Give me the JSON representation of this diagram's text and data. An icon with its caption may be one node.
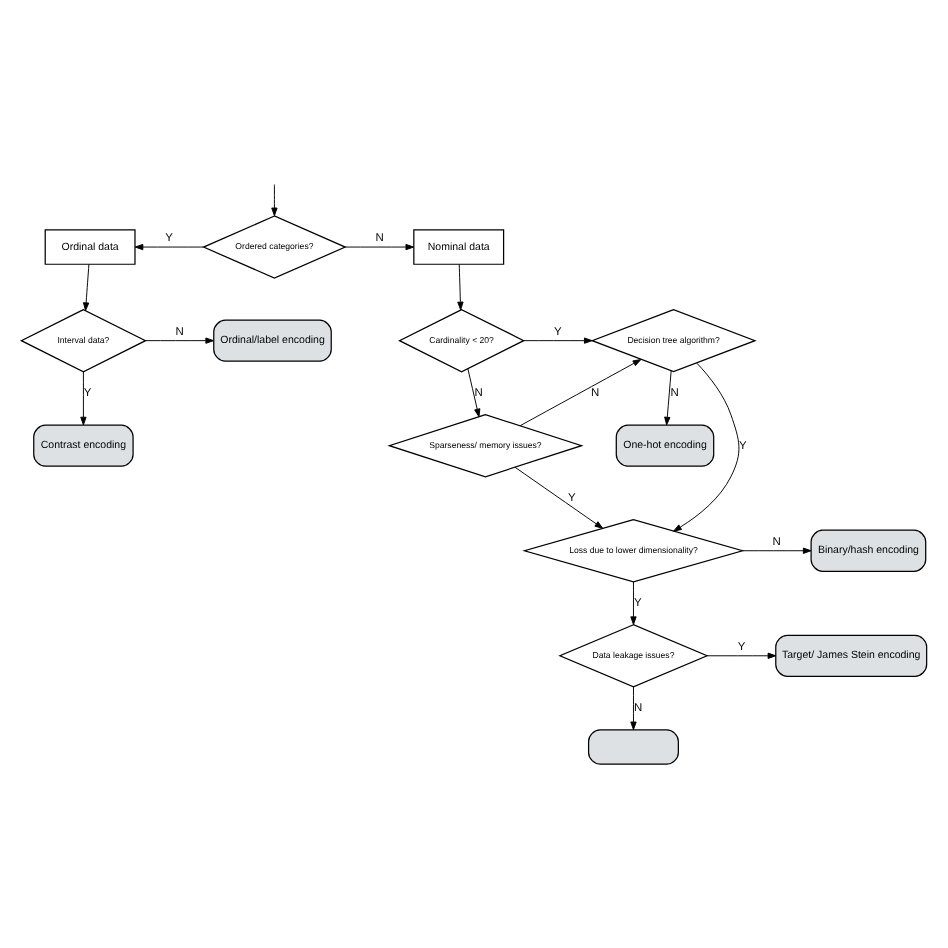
{
  "diagram": {
    "nodes": [
      {
        "text": [
          "Ordinal data"
        ]
      },
      {
        "text": [
          "Ordered categories?"
        ]
      },
      {
        "text": [
          "Nominal data"
        ]
      },
      {
        "text": [
          "One-hot encoding"
        ]
      },
      {
        "text": [
          "Interval data?"
        ]
      },
      {
        "text": [
          "Ordinal/label encoding"
        ]
      },
      {
        "text": [
          "Cardinality < 20?"
        ]
      },
      {
        "text": [
          "Decision tree algorithm?"
        ]
      },
      {
        "text": [
          "Contrast encoding"
        ]
      },
      {
        "text": [
          "Sparseness/ memory issues?"
        ]
      },
      {
        "text": [
          "Loss due to lower dimensionality?"
        ]
      },
      {
        "text": [
          "Binary/hash encoding"
        ]
      },
      {
        "text": [
          "Data leakage issues?"
        ]
      },
      {
        "text": [
          "Target/ James Stein encoding"
        ]
      },
      {
        "text": [],
        "shape": "box"
      }
    ],
    "edges": [
      {
        "from": null,
        "to": 1,
        "arrow": "to"
      },
      {
        "from": 1,
        "to": 0,
        "arrow": "to",
        "label": "Y"
      },
      {
        "from": 1,
        "to": 2,
        "arrow": "to",
        "label": "N"
      },
      {
        "from": 0,
        "to": 4,
        "arrow": "to"
      },
      {
        "from": 4,
        "to": 5,
        "arrow": "to",
        "label": "N"
      },
      {
        "from": 4,
        "to": 8,
        "arrow": "to",
        "label": "Y"
      },
      {
        "from": 2,
        "to": 6,
        "arrow": "to"
      },
      {
        "from": 6,
        "to": 7,
        "arrow": "to",
        "label": "Y"
      },
      {
        "from": 7,
        "to": 3,
        "arrow": "to",
        "label": "N"
      },
      {
        "from": 6,
        "to": 9,
        "arrow": "to",
        "label": "N"
      },
      {
        "from": 9,
        "to": 7,
        "arrow": "to",
        "label": "N"
      },
      {
        "from": 9,
        "to": 10,
        "arrow": "to",
        "label": "Y"
      },
      {
        "from": 7,
        "to": 10,
        "arrow": "to",
        "label": "Y"
      },
      {
        "from": 10,
        "to": 12,
        "arrow": "to",
        "label": "Y"
      },
      {
        "from": 10,
        "to": 11,
        "arrow": "to",
        "label": "N"
      },
      {
        "from": 12,
        "to": 13,
        "arrow": "to",
        "label": "Y"
      },
      {
        "from": 12,
        "to": 14,
        "arrow": "to",
        "label": "N"
      }
    ]
  }
}
